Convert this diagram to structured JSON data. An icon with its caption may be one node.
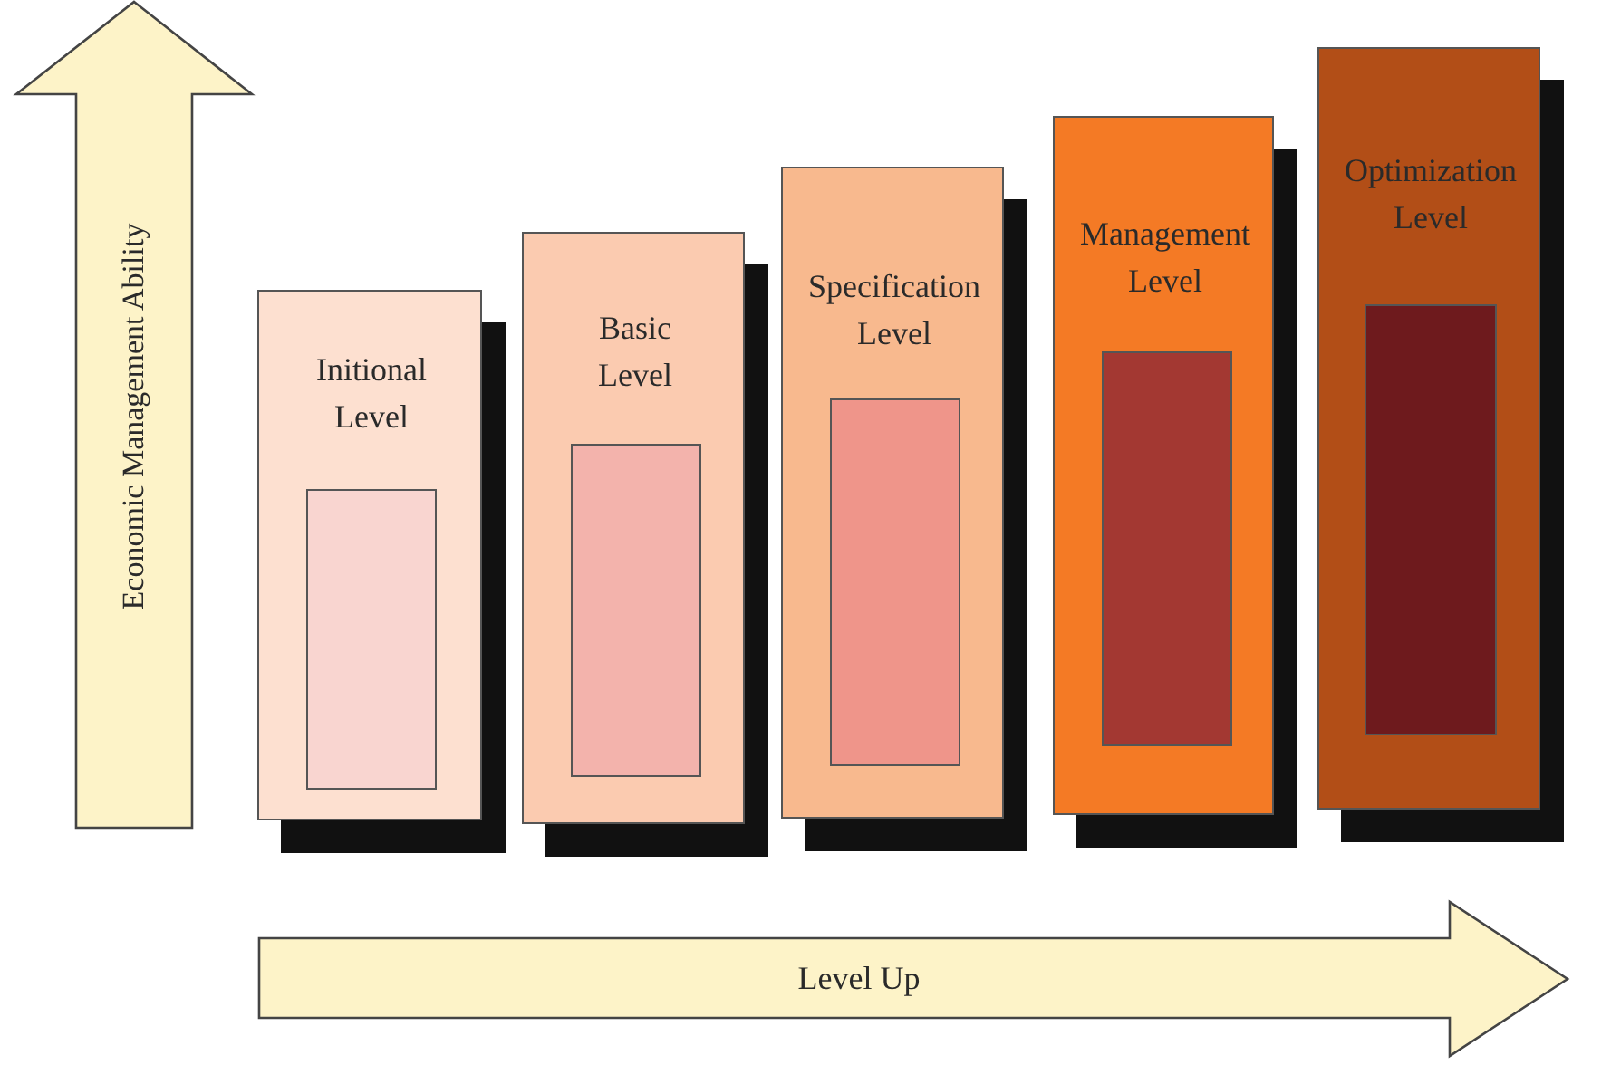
{
  "diagram": {
    "nodes": [
      {
        "text": [
          "Economic Management Ability"
        ]
      },
      {
        "text": [
          "Initional Level"
        ]
      },
      {
        "text": [],
        "shape": "box",
        "in": 1
      },
      {
        "text": [
          "Basic Level"
        ]
      },
      {
        "text": [],
        "shape": "box",
        "in": 3
      },
      {
        "text": [
          "Specification Level"
        ]
      },
      {
        "text": [],
        "shape": "box",
        "in": 5
      },
      {
        "text": [
          "Management Level"
        ]
      },
      {
        "text": [],
        "shape": "box",
        "in": 7
      },
      {
        "text": [
          "Optimization Level"
        ]
      },
      {
        "text": [],
        "shape": "box",
        "in": 9
      },
      {
        "text": [
          "Level Up"
        ]
      }
    ],
    "edges": []
  }
}
